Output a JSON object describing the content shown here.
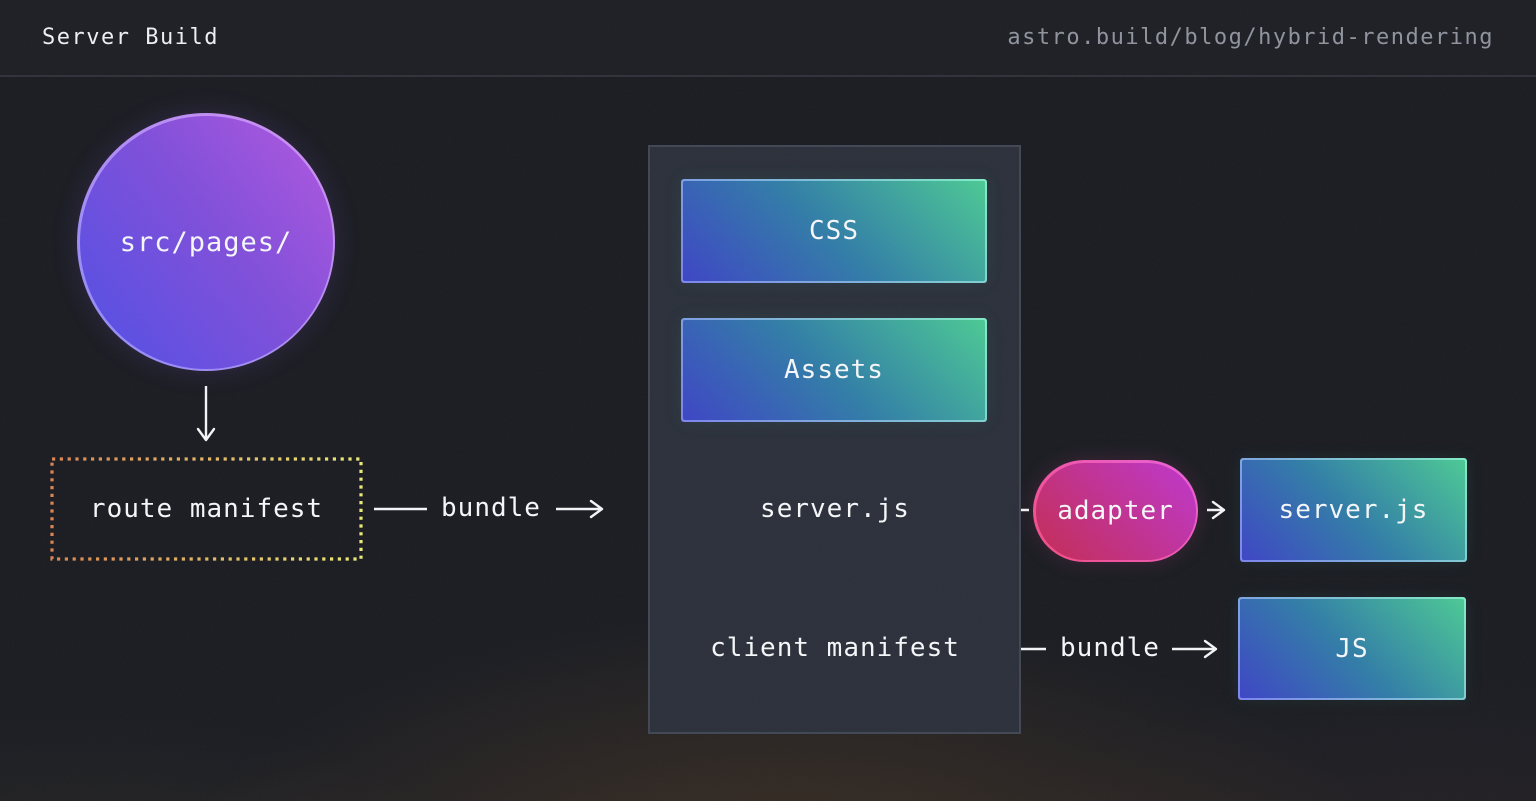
{
  "header": {
    "title": "Server Build",
    "url": "astro.build/blog/hybrid-rendering"
  },
  "diagram": {
    "source": {
      "label": "src/pages/"
    },
    "route_manifest": {
      "label": "route manifest"
    },
    "build_output": {
      "css": {
        "label": "CSS"
      },
      "assets": {
        "label": "Assets"
      },
      "server_entry": {
        "label": "server.js"
      },
      "client_manifest": {
        "label": "client manifest"
      }
    },
    "adapter": {
      "label": "adapter"
    },
    "server_output": {
      "label": "server.js"
    },
    "js_output": {
      "label": "JS"
    },
    "edges": {
      "bundle_top": {
        "label": "bundle"
      },
      "bundle_bottom": {
        "label": "bundle"
      }
    }
  },
  "colors": {
    "background": "#17191f",
    "panel": "#282d38",
    "teal_gradient_start": "#3a42c3",
    "teal_gradient_end": "#49c792",
    "purple_gradient_start": "#4c4ce4",
    "purple_gradient_end": "#b055de",
    "adapter_gradient_start": "#c22950",
    "adapter_gradient_end": "#bc34cc",
    "dotted_border_start": "#d8824e",
    "dotted_border_end": "#e9e873",
    "wire": "#f2f3f5",
    "url_text": "#8d919b"
  }
}
